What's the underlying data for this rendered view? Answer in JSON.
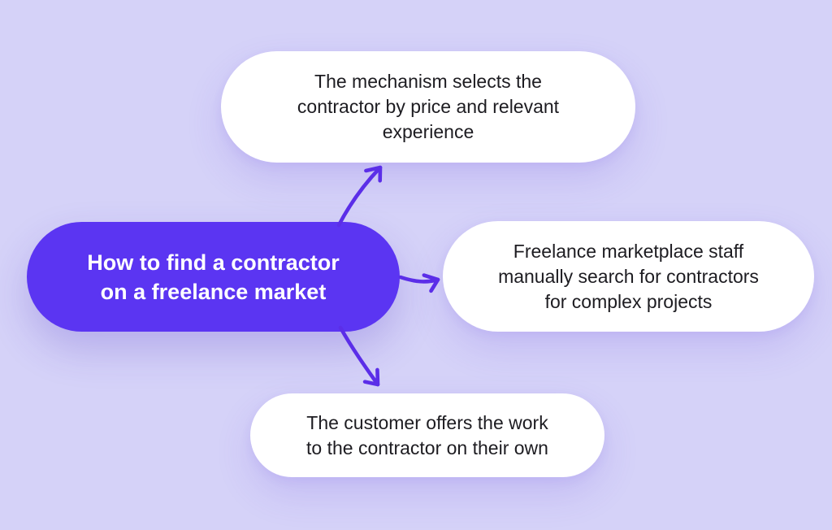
{
  "colors": {
    "background": "#D5D2F8",
    "accent": "#5B35F2",
    "arrow": "#5B2EE8",
    "node_bg": "#FFFFFF",
    "node_text": "#1D1C21",
    "root_text": "#FFFFFF"
  },
  "diagram": {
    "type": "mindmap",
    "root": {
      "lines": [
        "How to find a contractor",
        "on a freelance market"
      ]
    },
    "branches": [
      {
        "position": "top",
        "lines": [
          "The mechanism selects the",
          "contractor by price and relevant",
          "experience"
        ]
      },
      {
        "position": "right",
        "lines": [
          "Freelance marketplace staff",
          "manually search for contractors",
          "for complex projects"
        ]
      },
      {
        "position": "bottom",
        "lines": [
          "The customer offers the work",
          "to the contractor on their own"
        ]
      }
    ]
  }
}
